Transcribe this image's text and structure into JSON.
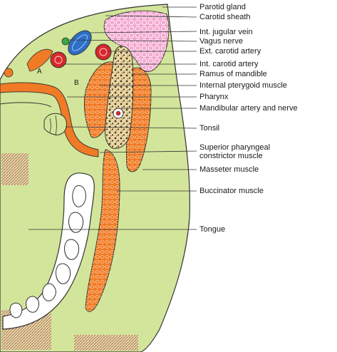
{
  "labels": [
    {
      "id": "parotid-gland",
      "text": "Parotid gland"
    },
    {
      "id": "carotid-sheath",
      "text": "Carotid sheath"
    },
    {
      "id": "int-jugular-vein",
      "text": "Int. jugular vein"
    },
    {
      "id": "vagus-nerve",
      "text": "Vagus nerve"
    },
    {
      "id": "ext-carotid-artery",
      "text": "Ext. carotid artery"
    },
    {
      "id": "int-carotid-artery",
      "text": "Int. carotid artery"
    },
    {
      "id": "ramus-of-mandible",
      "text": "Ramus of mandible"
    },
    {
      "id": "internal-pterygoid-muscle",
      "text": "Internal pterygoid muscle"
    },
    {
      "id": "pharynx",
      "text": "Pharynx"
    },
    {
      "id": "mandibular-artery-and-nerve",
      "text": "Mandibular artery and nerve"
    },
    {
      "id": "tonsil",
      "text": "Tonsil"
    },
    {
      "id": "superior-pharyngeal-constrictor-muscle",
      "text": "Superior pharyngeal\nconstrictor muscle"
    },
    {
      "id": "masseter-muscle",
      "text": "Masseter muscle"
    },
    {
      "id": "buccinator-muscle",
      "text": "Buccinator muscle"
    },
    {
      "id": "tongue",
      "text": "Tongue"
    }
  ],
  "markers": {
    "a": "A",
    "b": "B"
  },
  "colors": {
    "tissue": "#d3e59a",
    "muscle": "#f07a25",
    "parotid": "#f3a9d0",
    "vein": "#2e6fc7",
    "artery": "#d7282c",
    "nerve": "#39a84b",
    "bone": "#e9d7a3",
    "outline": "#333333"
  }
}
